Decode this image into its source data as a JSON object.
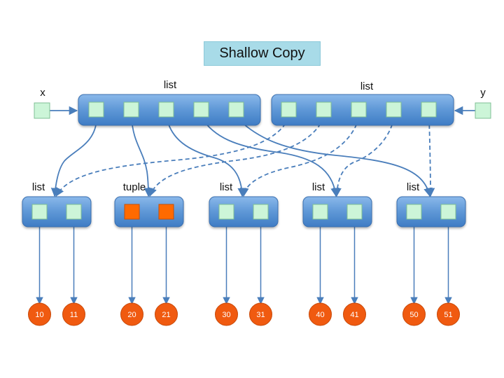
{
  "title": "Shallow Copy",
  "variables": {
    "x": "x",
    "y": "y"
  },
  "outer_lists": [
    {
      "label": "list",
      "slots": 5
    },
    {
      "label": "list",
      "slots": 5
    }
  ],
  "inner_containers": [
    {
      "label": "list",
      "elements": [
        "10",
        "11"
      ],
      "slot_color": "#ccf5d8"
    },
    {
      "label": "tuple",
      "elements": [
        "20",
        "21"
      ],
      "slot_color": "#ff6a00"
    },
    {
      "label": "list",
      "elements": [
        "30",
        "31"
      ],
      "slot_color": "#ccf5d8"
    },
    {
      "label": "list",
      "elements": [
        "40",
        "41"
      ],
      "slot_color": "#ccf5d8"
    },
    {
      "label": "list",
      "elements": [
        "50",
        "51"
      ],
      "slot_color": "#ccf5d8"
    }
  ],
  "colors": {
    "container": "#5b9bd5",
    "slot": "#ccf5d8",
    "tuple_slot": "#ff6a00",
    "value_circle": "#f05a10",
    "arrow": "#4a7ebb"
  }
}
